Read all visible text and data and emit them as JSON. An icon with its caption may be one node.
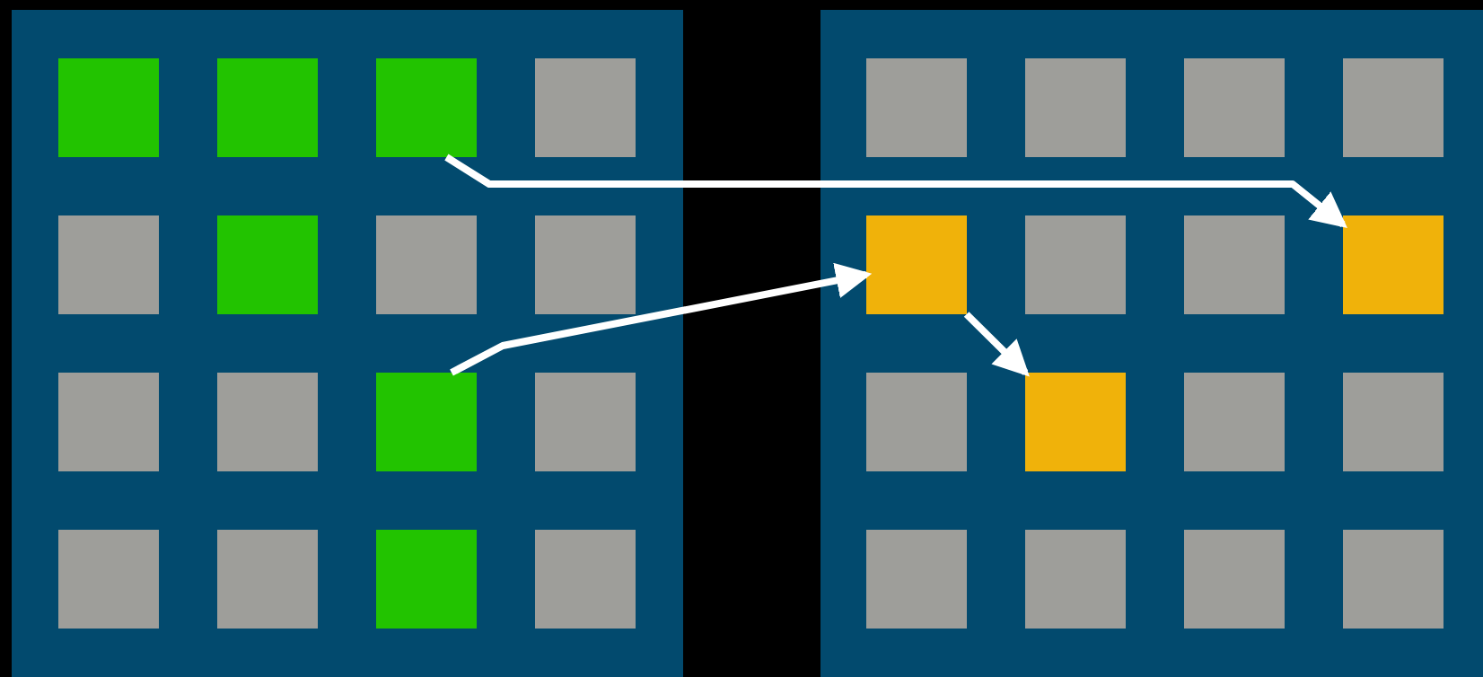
{
  "diagram": {
    "nodes": [
      {
        "text": [],
        "shape": "box"
      },
      {
        "text": [],
        "shape": "box",
        "in": 0
      },
      {
        "text": [],
        "shape": "box",
        "in": 0
      },
      {
        "text": [],
        "shape": "box",
        "in": 0
      },
      {
        "text": [],
        "shape": "box",
        "in": 0
      },
      {
        "text": [],
        "shape": "box",
        "in": 0
      },
      {
        "text": [],
        "shape": "box",
        "in": 0
      },
      {
        "text": [],
        "shape": "box",
        "in": 0
      },
      {
        "text": [],
        "shape": "box",
        "in": 0
      },
      {
        "text": [],
        "shape": "box",
        "in": 0
      },
      {
        "text": [],
        "shape": "box",
        "in": 0
      },
      {
        "text": [],
        "shape": "box",
        "in": 0
      },
      {
        "text": [],
        "shape": "box",
        "in": 0
      },
      {
        "text": [],
        "shape": "box",
        "in": 0
      },
      {
        "text": [],
        "shape": "box",
        "in": 0
      },
      {
        "text": [],
        "shape": "box",
        "in": 0
      },
      {
        "text": [],
        "shape": "box",
        "in": 0
      },
      {
        "text": [],
        "shape": "box"
      },
      {
        "text": [],
        "shape": "box",
        "in": 17
      },
      {
        "text": [],
        "shape": "box",
        "in": 17
      },
      {
        "text": [],
        "shape": "box",
        "in": 17
      },
      {
        "text": [],
        "shape": "box",
        "in": 17
      },
      {
        "text": [],
        "shape": "box",
        "in": 17
      },
      {
        "text": [],
        "shape": "box",
        "in": 17
      },
      {
        "text": [],
        "shape": "box",
        "in": 17
      },
      {
        "text": [],
        "shape": "box",
        "in": 17
      },
      {
        "text": [],
        "shape": "box",
        "in": 17
      },
      {
        "text": [],
        "shape": "box",
        "in": 17
      },
      {
        "text": [],
        "shape": "box",
        "in": 17
      },
      {
        "text": [],
        "shape": "box",
        "in": 17
      },
      {
        "text": [],
        "shape": "box",
        "in": 17
      },
      {
        "text": [],
        "shape": "box",
        "in": 17
      },
      {
        "text": [],
        "shape": "box",
        "in": 17
      },
      {
        "text": [],
        "shape": "box",
        "in": 17
      }
    ],
    "edges": [
      {
        "from": 3,
        "to": 25,
        "arrow": "to"
      },
      {
        "from": 11,
        "to": 22,
        "arrow": "to"
      },
      {
        "from": 22,
        "to": 27,
        "arrow": "to"
      }
    ]
  }
}
